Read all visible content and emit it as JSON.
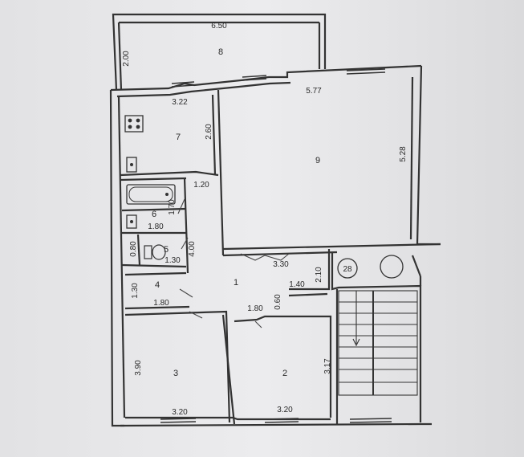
{
  "plan": {
    "stair_badge": "28",
    "rooms": [
      {
        "id": "1",
        "label": "1"
      },
      {
        "id": "2",
        "label": "2"
      },
      {
        "id": "3",
        "label": "3"
      },
      {
        "id": "4",
        "label": "4"
      },
      {
        "id": "5",
        "label": "5"
      },
      {
        "id": "6",
        "label": "6"
      },
      {
        "id": "7",
        "label": "7"
      },
      {
        "id": "8",
        "label": "8"
      },
      {
        "id": "9",
        "label": "9"
      }
    ],
    "dimensions": {
      "balcony_width": "6.50",
      "balcony_depth": "2.00",
      "kitchen_width": "3.22",
      "kitchen_depth": "2.60",
      "living_width": "5.77",
      "living_depth": "5.28",
      "corridor_upper": "1.20",
      "bath_depth": "1.70",
      "bath_width": "1.80",
      "wc_depth": "0.80",
      "wc_width": "1.30",
      "hall_length": "4.00",
      "hall_width_top": "3.30",
      "hall_step_depth": "2.10",
      "hall_step_width": "1.40",
      "hall_lower_width": "1.80",
      "hall_lower_depth": "0.60",
      "pantry_depth": "1.30",
      "pantry_width": "1.80",
      "room3_depth": "3.90",
      "room3_width": "3.20",
      "room2_width": "3.20",
      "room2_depth": "3.17"
    }
  }
}
